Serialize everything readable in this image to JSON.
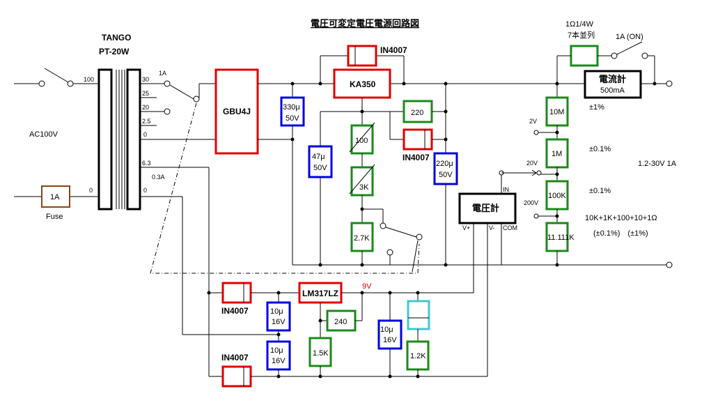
{
  "title": "電圧可変定電圧電源回路図",
  "transformer": {
    "maker": "TANGO",
    "model": "PT-20W"
  },
  "taps": {
    "t100": "100",
    "t30": "30",
    "t25": "25",
    "t20": "20",
    "t25b": "2.5",
    "t0": "0",
    "t63": "6.3",
    "t03a": "0.3A",
    "t0b": "0",
    "t0c": "0"
  },
  "labels": {
    "ac": "AC100V",
    "fuse_value": "1A",
    "fuse_label": "Fuse",
    "switch_1a": "1A",
    "bridge": "GBU4J",
    "reg_main": "KA350",
    "reg_aux": "LM317LZ",
    "cap_330": [
      "330μ",
      "50V"
    ],
    "cap_47": [
      "47μ",
      "50V"
    ],
    "cap_220": [
      "220μ",
      "50V"
    ],
    "cap_10a": [
      "10μ",
      "16V"
    ],
    "cap_10b": [
      "10μ",
      "16V"
    ],
    "cap_10c": [
      "10μ",
      "16V"
    ],
    "diode_top": "IN4007",
    "diode_mid": "IN4007",
    "diode_aux1": "IN4007",
    "diode_aux2": "IN4007",
    "r_220": "220",
    "r_100": "100",
    "r_3k": "3K",
    "r_27k": "2.7K",
    "r_240": "240",
    "r_15k": "1.5K",
    "r_12k": "1.2K",
    "r_10m": "10M",
    "r_1m": "1M",
    "r_100k": "100K",
    "r_11111k": "11.111K",
    "shunt_line1": "1Ω1/4W",
    "shunt_line2": "7本並列",
    "switch_on": "1A (ON)",
    "ammeter": "電流計",
    "ammeter_range": "500mA",
    "voltmeter": "電圧計",
    "vm_in": "IN",
    "vm_vplus": "V+",
    "vm_vminus": "V-",
    "vm_com": "COM",
    "range_2v": "2V",
    "range_20v": "20V",
    "range_200v": "200V",
    "tol_1": "±1%",
    "tol_2": "±0.1%",
    "tol_3": "±0.1%",
    "output": "1.2-30V 1A",
    "note_line1": "10K+1K+100+10+1Ω",
    "note_line2": "(±0.1%)　(±1%)",
    "aux_voltage": "9V"
  }
}
